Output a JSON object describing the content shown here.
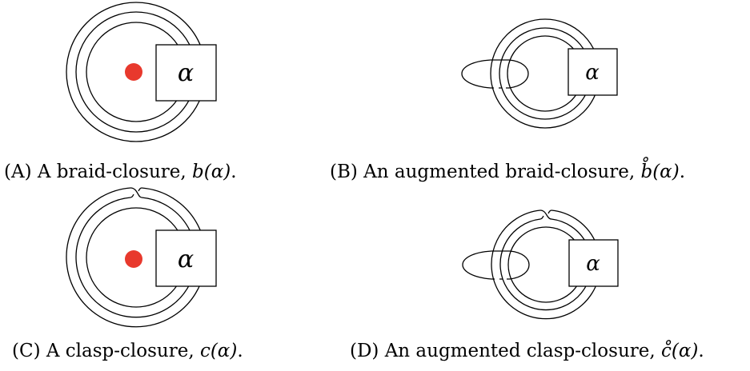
{
  "figure": {
    "box_symbol": "α",
    "dot_color": "#e8392d",
    "captions": {
      "a": {
        "prefix": "(A) A braid-closure, ",
        "math": "b(α)",
        "suffix": "."
      },
      "b": {
        "prefix": "(B) An augmented braid-closure, ",
        "math": "b̊(α)",
        "suffix": "."
      },
      "c": {
        "prefix": "(C) A clasp-closure, ",
        "math": "c(α)",
        "suffix": "."
      },
      "d": {
        "prefix": "(D) An augmented clasp-closure, ",
        "math": "c̊(α)",
        "suffix": "."
      }
    }
  }
}
